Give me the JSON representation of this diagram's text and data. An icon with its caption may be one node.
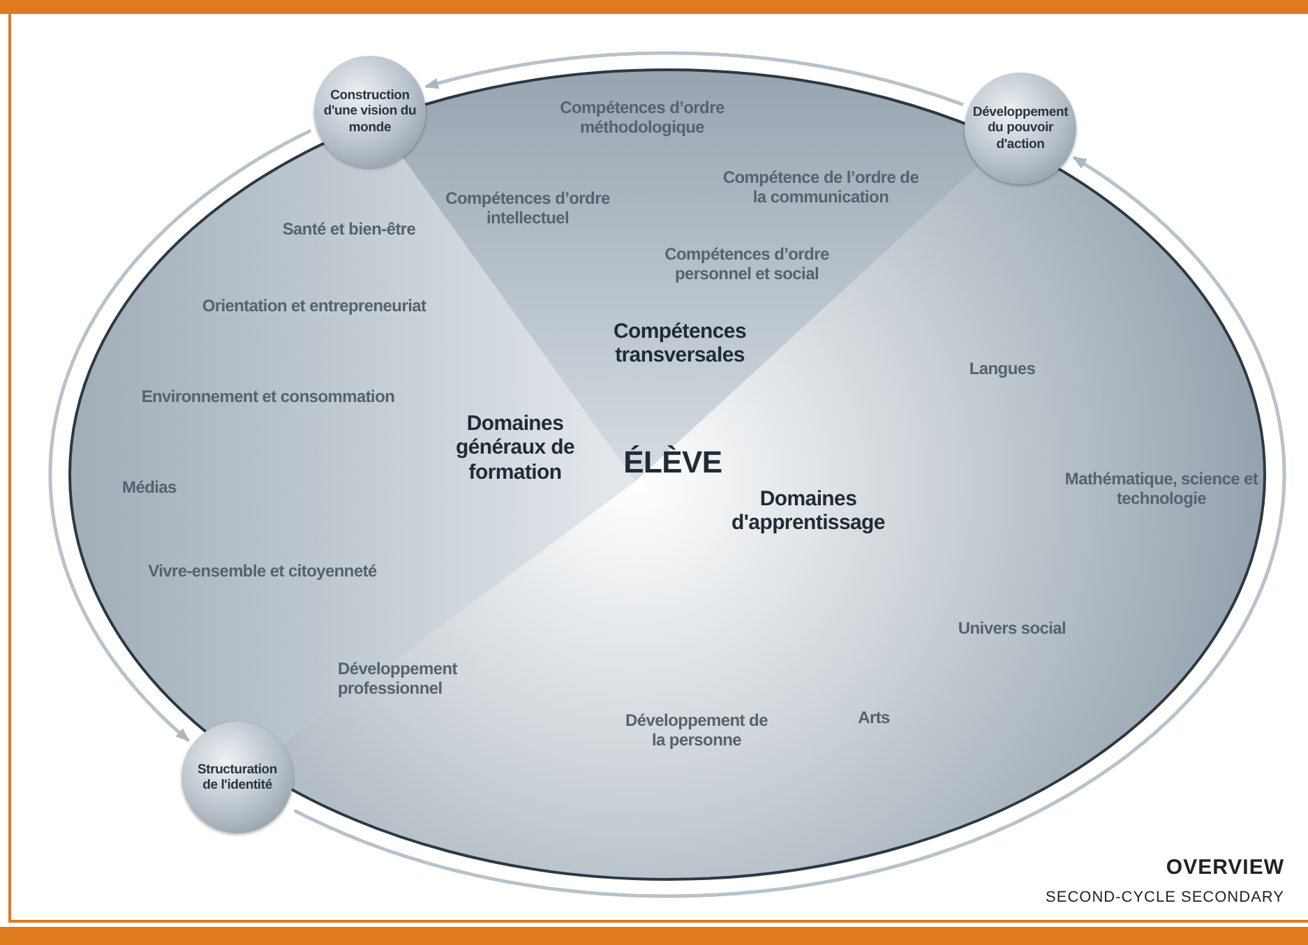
{
  "diagram": {
    "nodes": [
      {
        "text": [
          "Construction d'une vision du monde"
        ]
      },
      {
        "text": [
          "Développement du pouvoir d'action"
        ]
      },
      {
        "text": [
          "Structuration de l'identité"
        ]
      }
    ],
    "edges": [
      {
        "from": 0,
        "to": 2,
        "arrow": "to"
      },
      {
        "from": 2,
        "to": 1,
        "arrow": "to"
      },
      {
        "from": 1,
        "to": 0,
        "arrow": "to"
      }
    ],
    "labels": [
      "Compétences d’ordre méthodologique",
      "Compétences d’ordre intellectuel",
      "Compétence de l’ordre de la communication",
      "Santé et bien-être",
      "Compétences d’ordre personnel et social",
      "Orientation et entrepreneuriat",
      "Compétences transversales",
      "Langues",
      "Environnement et consommation",
      "Domaines généraux de formation",
      "ÉLÈVE",
      "Mathématique, science et technologie",
      "Médias",
      "Domaines d'apprentissage",
      "Vivre-ensemble et citoyenneté",
      "Univers social",
      "Développement professionnel",
      "Arts",
      "Développement de la personne",
      "OVERVIEW",
      "SECOND-CYCLE SECONDARY"
    ]
  }
}
